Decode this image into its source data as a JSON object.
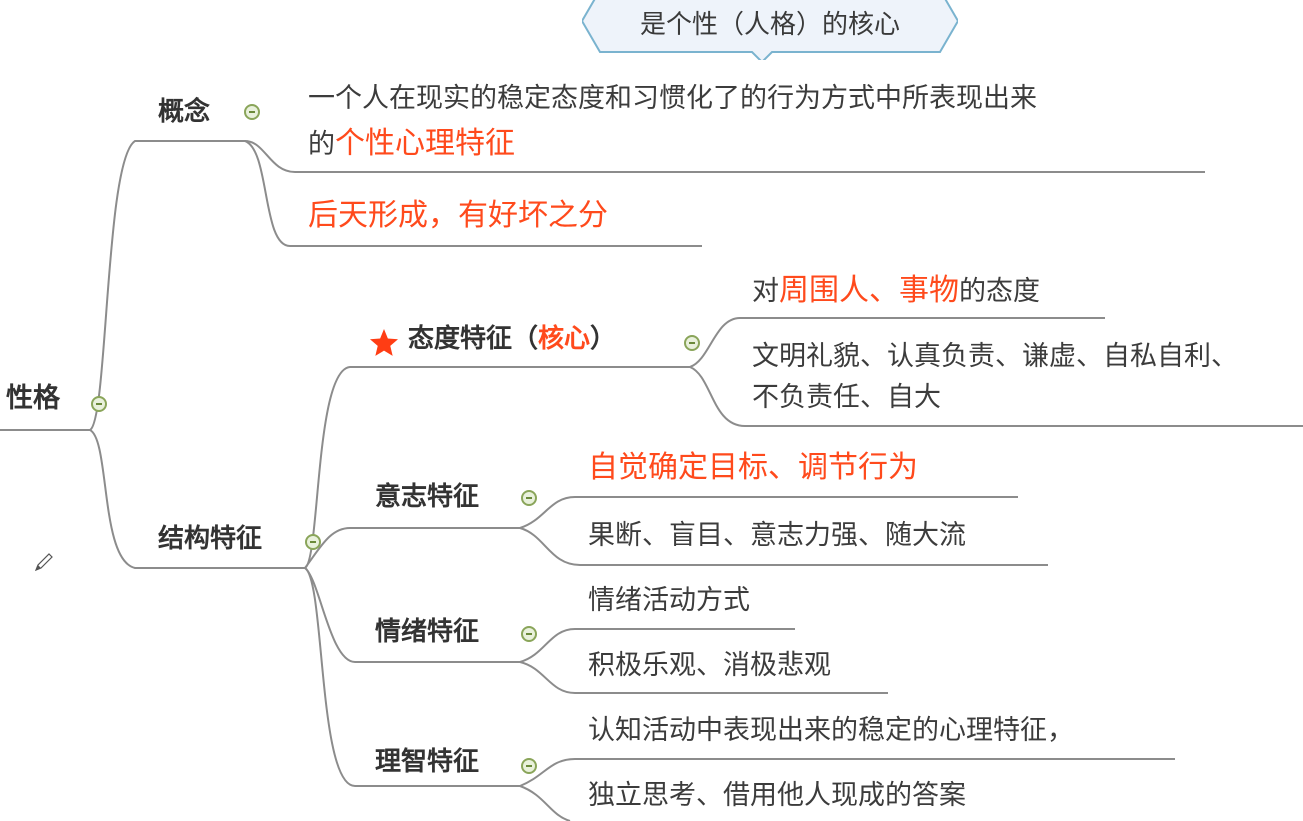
{
  "callout": {
    "text": "是个性（人格）的核心"
  },
  "root": {
    "label": "性格"
  },
  "concept": {
    "label": "概念",
    "children": [
      {
        "parts": [
          {
            "text": "一个人在现实的稳定态度和习惯化了的行为方式中所表现出来",
            "color": "default"
          }
        ],
        "line2": [
          {
            "text": "的",
            "color": "default"
          },
          {
            "text": "个性心理特征",
            "color": "red"
          }
        ]
      },
      {
        "text": "后天形成，有好坏之分",
        "color": "red"
      }
    ]
  },
  "structure": {
    "label": "结构特征",
    "children": [
      {
        "label": "态度特征",
        "label_open": "（",
        "label_highlight": "核心",
        "label_close": "）",
        "starred": true,
        "leaves": [
          {
            "segments": [
              {
                "text": "对",
                "color": "default"
              },
              {
                "text": "周围人、事物",
                "color": "red"
              },
              {
                "text": "的态度",
                "color": "default"
              }
            ]
          },
          {
            "line1": "文明礼貌、认真负责、谦虚、自私自利、",
            "line2": "不负责任、自大"
          }
        ]
      },
      {
        "label": "意志特征",
        "leaves": [
          {
            "text": "自觉确定目标、调节行为",
            "color": "red"
          },
          {
            "text": "果断、盲目、意志力强、随大流",
            "color": "default"
          }
        ]
      },
      {
        "label": "情绪特征",
        "leaves": [
          {
            "text": "情绪活动方式",
            "color": "default"
          },
          {
            "text": "积极乐观、消极悲观",
            "color": "default"
          }
        ]
      },
      {
        "label": "理智特征",
        "leaves": [
          {
            "text": "认知活动中表现出来的稳定的心理特征，",
            "color": "default"
          },
          {
            "text": "独立思考、借用他人现成的答案",
            "color": "default"
          }
        ]
      }
    ]
  },
  "colors": {
    "accent_red": "#ff4a1c",
    "toggle_green": "#8aa55a",
    "line_gray": "#8c8c8c",
    "callout_border": "#7ab3cf",
    "callout_fill": "#eef3fa"
  }
}
